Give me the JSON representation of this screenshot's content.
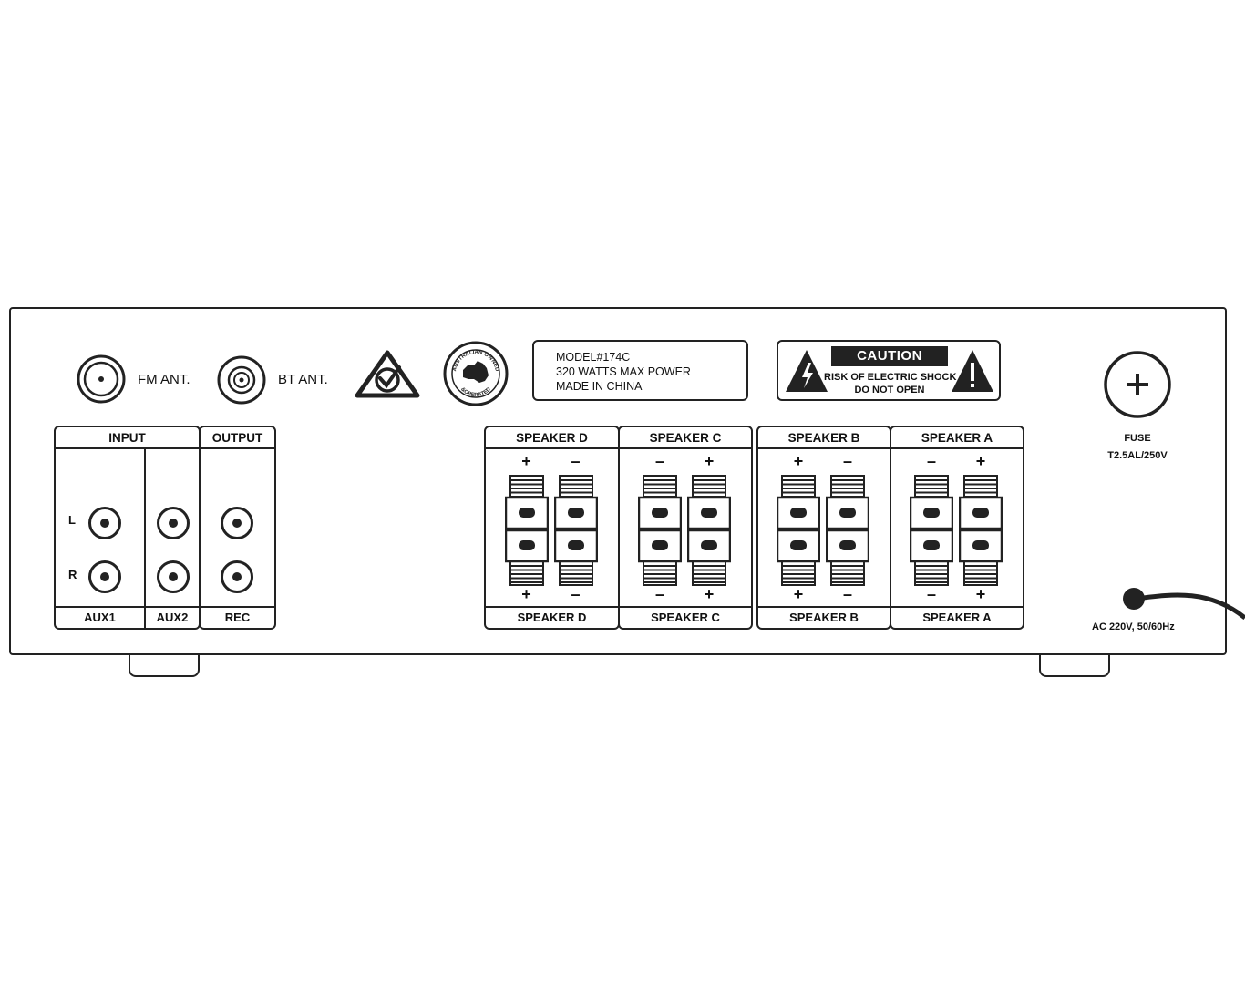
{
  "antenna": {
    "fm_label": "FM ANT.",
    "bt_label": "BT ANT."
  },
  "model_label": {
    "line1": "MODEL#174C",
    "line2": "320 WATTS MAX POWER",
    "line3": "MADE IN CHINA"
  },
  "caution_label": {
    "title": "CAUTION",
    "line1": "RISK OF ELECTRIC SHOCK",
    "line2": "DO NOT OPEN"
  },
  "badge": {
    "australian_text": "AUSTRALIAN OWNED &OPERATED"
  },
  "fuse": {
    "label": "FUSE",
    "rating": "T2.5AL/250V"
  },
  "power": {
    "label": "AC 220V, 50/60Hz"
  },
  "input_group": {
    "header": "INPUT",
    "channel_left": "L",
    "channel_right": "R",
    "aux1_label": "AUX1",
    "aux2_label": "AUX2"
  },
  "output_group": {
    "header": "OUTPUT",
    "rec_label": "REC"
  },
  "speakers": [
    {
      "name": "SPEAKER D",
      "top_signs": [
        "+",
        "–"
      ],
      "bottom_signs": [
        "+",
        "–"
      ]
    },
    {
      "name": "SPEAKER C",
      "top_signs": [
        "–",
        "+"
      ],
      "bottom_signs": [
        "–",
        "+"
      ]
    },
    {
      "name": "SPEAKER B",
      "top_signs": [
        "+",
        "–"
      ],
      "bottom_signs": [
        "+",
        "–"
      ]
    },
    {
      "name": "SPEAKER A",
      "top_signs": [
        "–",
        "+"
      ],
      "bottom_signs": [
        "–",
        "+"
      ]
    }
  ]
}
